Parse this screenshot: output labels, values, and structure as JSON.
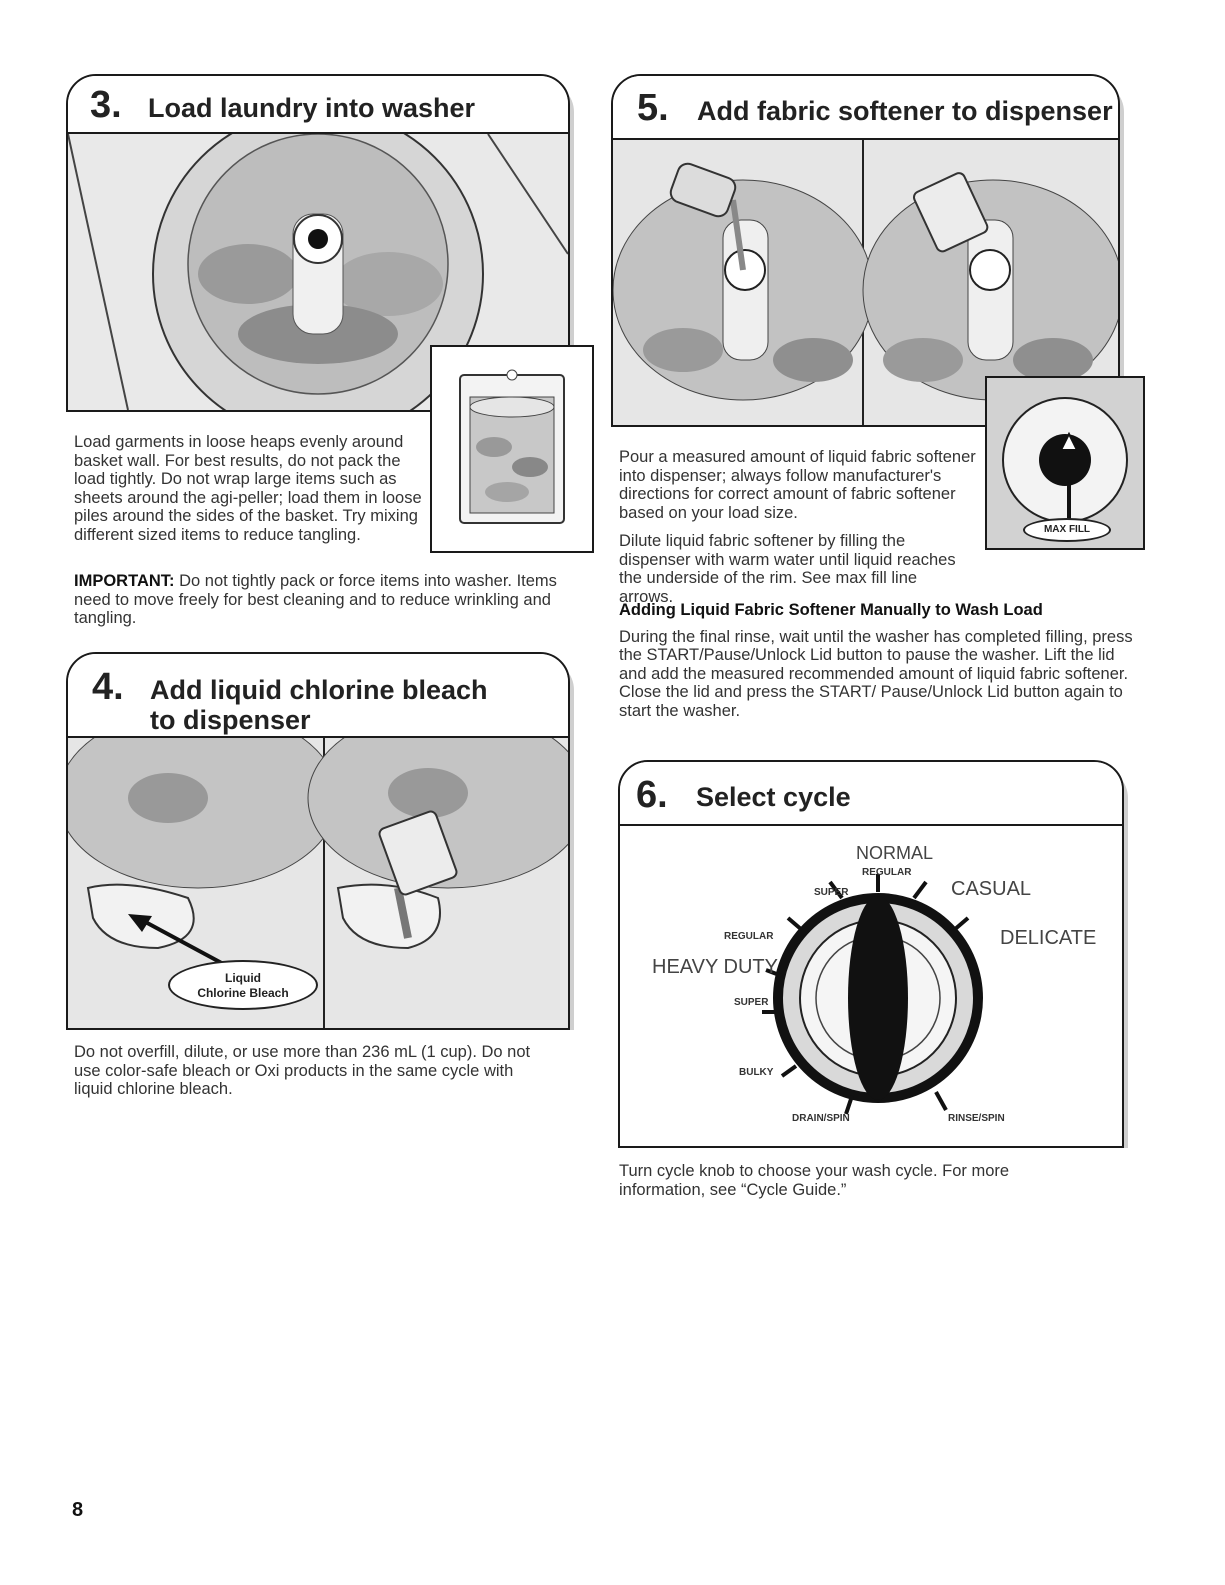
{
  "step3": {
    "number": "3.",
    "title": "Load laundry into washer",
    "text": "Load garments in loose heaps evenly around basket wall. For best results, do not pack the load tightly. Do not wrap large items such as sheets around the agi-peller; load them in loose piles around the sides of the basket. Try mixing different sized items to reduce tangling.",
    "important_label": "IMPORTANT:",
    "important_text": " Do not tightly pack or force items into washer. Items need to move freely for best cleaning and to reduce wrinkling and tangling."
  },
  "step4": {
    "number": "4.",
    "title_line1": "Add liquid chlorine bleach",
    "title_line2": "to dispenser",
    "callout_line1": "Liquid",
    "callout_line2": "Chlorine Bleach",
    "text": "Do not overfill, dilute, or use more than 236 mL (1 cup). Do not use color-safe bleach or Oxi products in the same cycle with liquid chlorine bleach."
  },
  "step5": {
    "number": "5.",
    "title": "Add fabric softener to dispenser",
    "callout": "MAX FILL",
    "text1": "Pour a measured amount of liquid fabric softener into dispenser; always follow manufacturer's directions for correct amount of fabric softener based on your load size.",
    "text2": "Dilute liquid fabric softener by filling the dispenser with warm water until liquid reaches the underside of the rim. See max fill line arrows.",
    "subheading": "Adding Liquid Fabric Softener Manually to Wash Load",
    "text3": "During the final rinse, wait until the washer has completed filling, press the START/Pause/Unlock Lid button to pause the washer. Lift the lid and add the measured recommended amount of liquid fabric softener. Close the lid and press the START/ Pause/Unlock Lid button again to start the washer."
  },
  "step6": {
    "number": "6.",
    "title": "Select cycle",
    "dial": {
      "normal": "NORMAL",
      "regular_top": "REGULAR",
      "super_top": "SUPER",
      "casual": "CASUAL",
      "regular_left": "REGULAR",
      "delicate": "DELICATE",
      "heavy_duty": "HEAVY DUTY",
      "super_left": "SUPER",
      "bulky": "BULKY",
      "drain_spin": "DRAIN/SPIN",
      "rinse_spin": "RINSE/SPIN"
    },
    "text": "Turn cycle knob to choose your wash cycle. For more information, see “Cycle Guide.”"
  },
  "page_number": "8"
}
